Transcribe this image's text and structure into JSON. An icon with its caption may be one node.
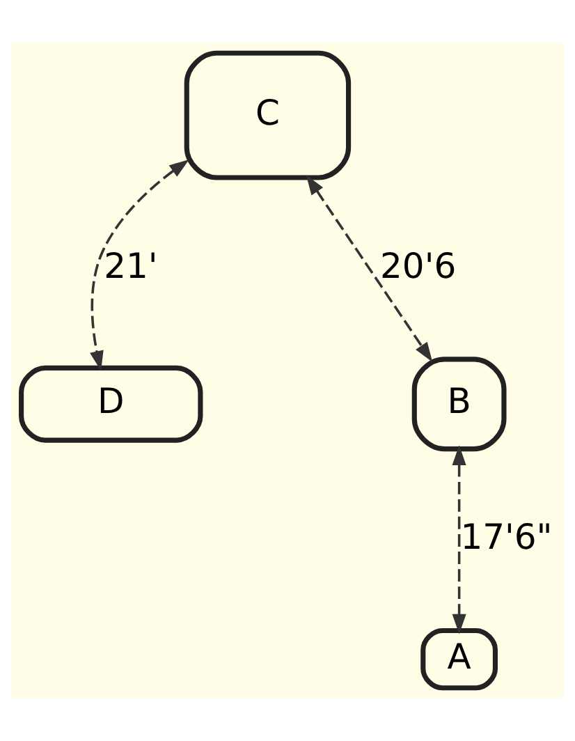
{
  "diagram": {
    "nodes": [
      {
        "text": [
          "D"
        ]
      },
      {
        "text": [
          "C"
        ]
      },
      {
        "text": [
          "B"
        ]
      },
      {
        "text": [
          "A"
        ]
      }
    ],
    "edges": [
      {
        "from": 1,
        "to": 0,
        "arrow": "both",
        "label": "21'",
        "style": "dashed"
      },
      {
        "from": 1,
        "to": 2,
        "arrow": "both",
        "label": "20'6",
        "style": "dashed"
      },
      {
        "from": 2,
        "to": 3,
        "arrow": "both",
        "label": "17'6\"",
        "style": "dashed"
      }
    ]
  }
}
